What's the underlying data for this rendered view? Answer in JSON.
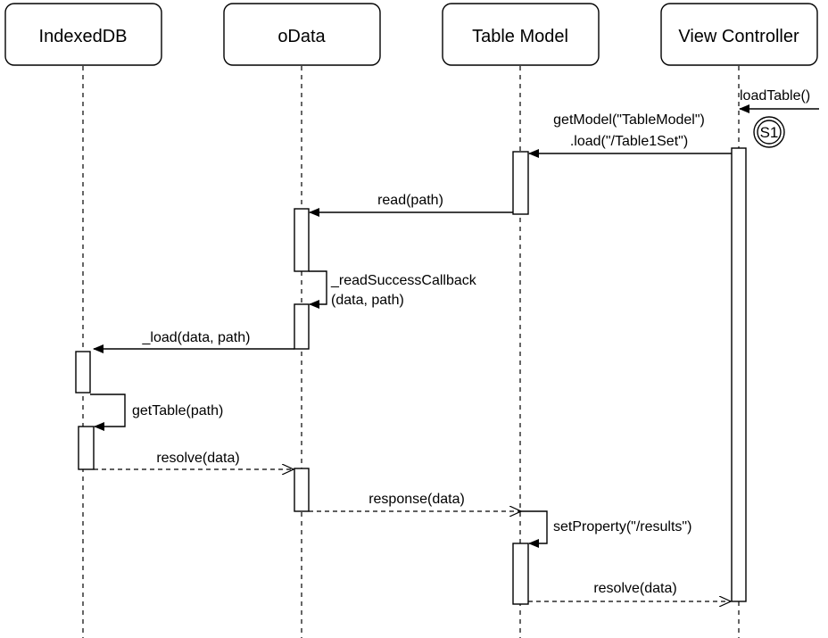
{
  "participants": [
    {
      "id": "indexeddb",
      "label": "IndexedDB"
    },
    {
      "id": "odata",
      "label": "oData"
    },
    {
      "id": "tablemodel",
      "label": "Table Model"
    },
    {
      "id": "viewcontroller",
      "label": "View Controller"
    }
  ],
  "marker": {
    "label": "S1"
  },
  "messages": [
    {
      "id": "loadtable",
      "label": "loadTable()"
    },
    {
      "id": "getmodel",
      "label": "getModel(\"TableModel\")",
      "label2": ".load(\"/Table1Set\")"
    },
    {
      "id": "read",
      "label": "read(path)"
    },
    {
      "id": "readsuccess",
      "label": "_readSuccessCallback",
      "label2": "(data, path)"
    },
    {
      "id": "load",
      "label": "_load(data, path)"
    },
    {
      "id": "gettable",
      "label": "getTable(path)"
    },
    {
      "id": "resolve1",
      "label": "resolve(data)"
    },
    {
      "id": "response",
      "label": "response(data)"
    },
    {
      "id": "setproperty",
      "label": "setProperty(\"/results\")"
    },
    {
      "id": "resolve2",
      "label": "resolve(data)"
    }
  ]
}
